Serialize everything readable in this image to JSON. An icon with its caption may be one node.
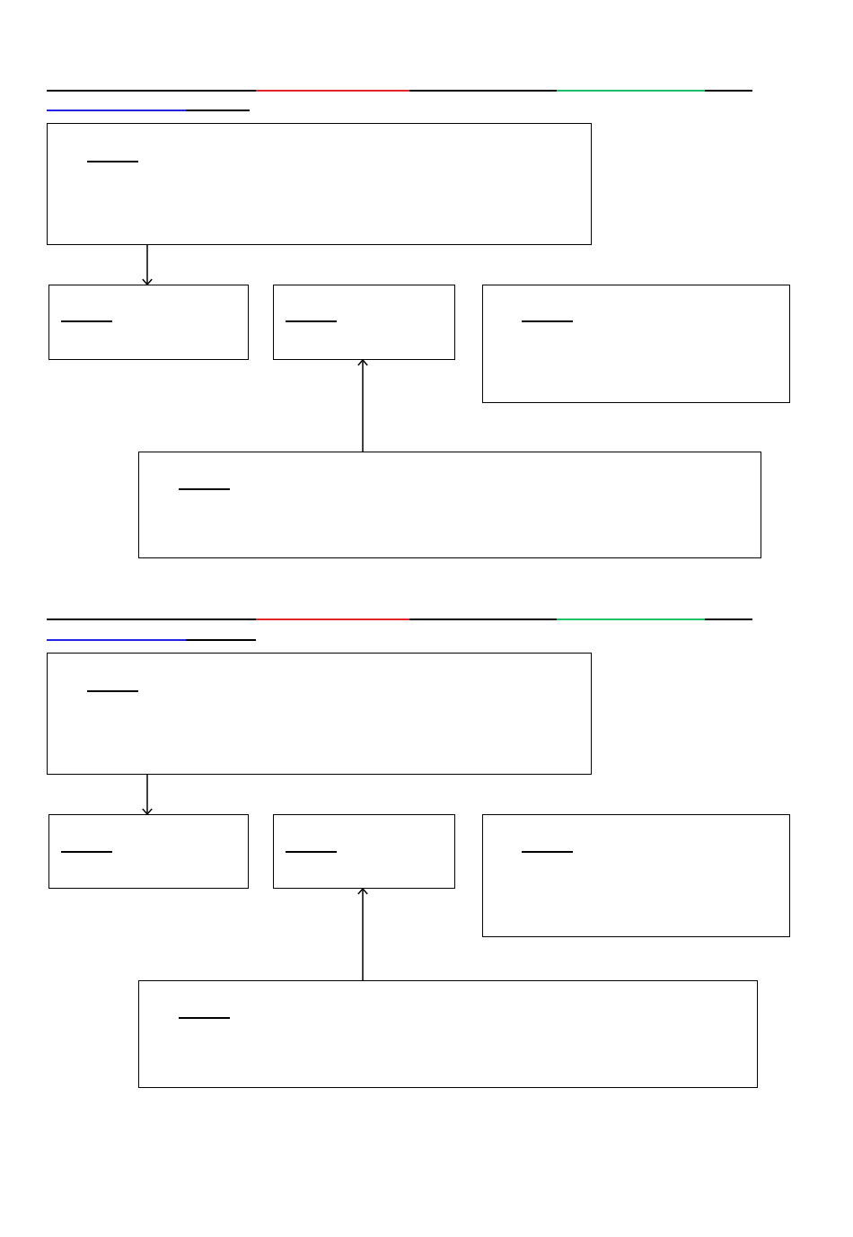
{
  "diagram": {
    "nodes": [
      {
        "text": [],
        "shape": "box"
      },
      {
        "text": [],
        "shape": "box"
      },
      {
        "text": [],
        "shape": "box"
      },
      {
        "text": [],
        "shape": "box"
      },
      {
        "text": [],
        "shape": "box"
      },
      {
        "text": [],
        "shape": "box"
      },
      {
        "text": [],
        "shape": "box"
      },
      {
        "text": [],
        "shape": "box"
      },
      {
        "text": [],
        "shape": "box"
      },
      {
        "text": [],
        "shape": "box"
      }
    ],
    "edges": [
      {
        "from": 0,
        "to": 1,
        "arrow": "to"
      },
      {
        "from": 4,
        "to": 2,
        "arrow": "to"
      },
      {
        "from": 5,
        "to": 6,
        "arrow": "to"
      },
      {
        "from": 9,
        "to": 7,
        "arrow": "to"
      }
    ]
  }
}
